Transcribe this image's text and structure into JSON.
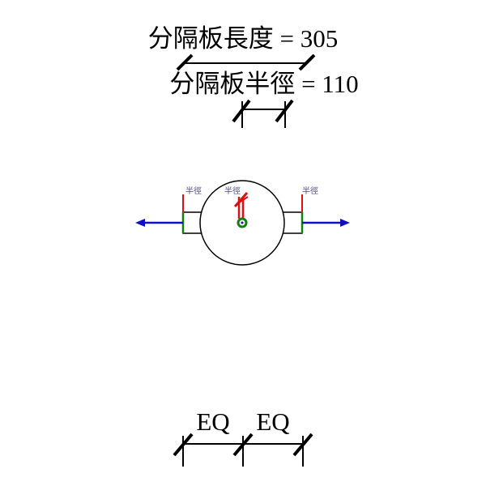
{
  "dimensions": {
    "length_label": "分隔板長度 = 305",
    "radius_label": "分隔板半徑 = 110"
  },
  "markers": {
    "left_label": "半徑",
    "center_label": "半徑",
    "right_label": "半徑"
  },
  "bottom": {
    "eq_left": "EQ",
    "eq_right": "EQ"
  },
  "colors": {
    "arrow": "#1010c0",
    "handle_red": "#e01010",
    "handle_green": "#108010"
  }
}
